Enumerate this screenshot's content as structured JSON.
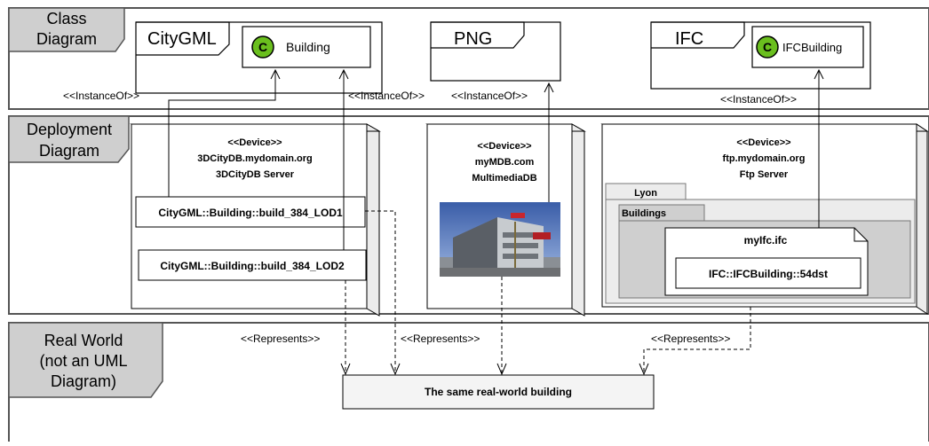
{
  "sections": {
    "class": [
      "Class",
      "Diagram"
    ],
    "deployment": [
      "Deployment",
      "Diagram"
    ],
    "real": [
      "Real World",
      "(not an UML",
      "Diagram)"
    ]
  },
  "packages": {
    "citygml": "CityGML",
    "png": "PNG",
    "ifc": "IFC"
  },
  "classes": {
    "building": {
      "stereotype_glyph": "C",
      "name": "Building"
    },
    "ifcbuilding": {
      "stereotype_glyph": "C",
      "name": "IFCBuilding"
    }
  },
  "colors": {
    "class_badge": "#6abf1e",
    "section_tab": "#cfcfcf",
    "node_face": "#ececec",
    "package_fill": "#ececec",
    "package_inner": "#cfcfcf"
  },
  "relations": {
    "instanceof": "<<InstanceOf>>",
    "represents": "<<Represents>>"
  },
  "devices": {
    "citydb": {
      "stereotype": "<<Device>>",
      "name": "3DCityDB.mydomain.org",
      "type": "3DCityDB Server"
    },
    "mmdb": {
      "stereotype": "<<Device>>",
      "name": "myMDB.com",
      "type": "MultimediaDB"
    },
    "ftp": {
      "stereotype": "<<Device>>",
      "name": "ftp.mydomain.org",
      "type": "Ftp Server"
    }
  },
  "artifacts": {
    "lod1": "CityGML::Building::build_384_LOD1",
    "lod2": "CityGML::Building::build_384_LOD2",
    "ifcfile": "myIfc.ifc",
    "ifcobj": "IFC::IFCBuilding::54dst"
  },
  "folders": {
    "lyon": "Lyon",
    "buildings": "Buildings"
  },
  "photo": {
    "icon": "building-photo"
  },
  "realworld": {
    "target": "The same real-world building"
  }
}
